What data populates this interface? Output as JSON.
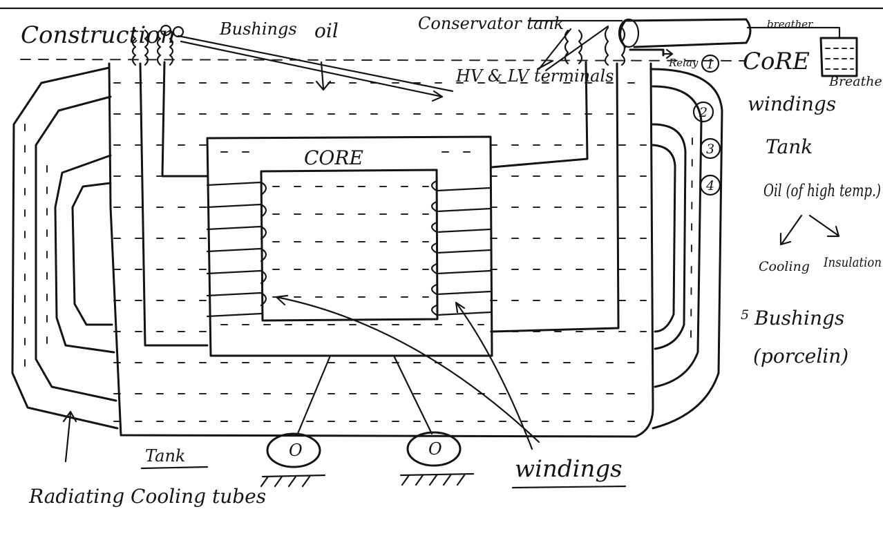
{
  "labels": {
    "construction": "Construction",
    "bushings_top": "Bushings",
    "oil_top": "oil",
    "conservator_tank": "Conservator tank",
    "hv_lv_terminals": "HV & LV terminals",
    "breather_top": "breather",
    "relay": "Relay",
    "breather_right": "Breather",
    "core_center": "CORE",
    "tank_bottom": "Tank",
    "windings_bottom": "windings",
    "radiating_tubes": "Radiating Cooling tubes",
    "wheel_symbol": "O"
  },
  "parts_list": [
    {
      "num": "1",
      "name": "CoRE"
    },
    {
      "num": "2",
      "name": "windings"
    },
    {
      "num": "3",
      "name": "Tank"
    },
    {
      "num": "4",
      "name": "Oil (of high temp.)"
    }
  ],
  "oil_uses": {
    "left": "Cooling",
    "right": "Insulation"
  },
  "bushings_note": {
    "num": "5",
    "name": "Bushings",
    "detail": "(porcelin)"
  }
}
